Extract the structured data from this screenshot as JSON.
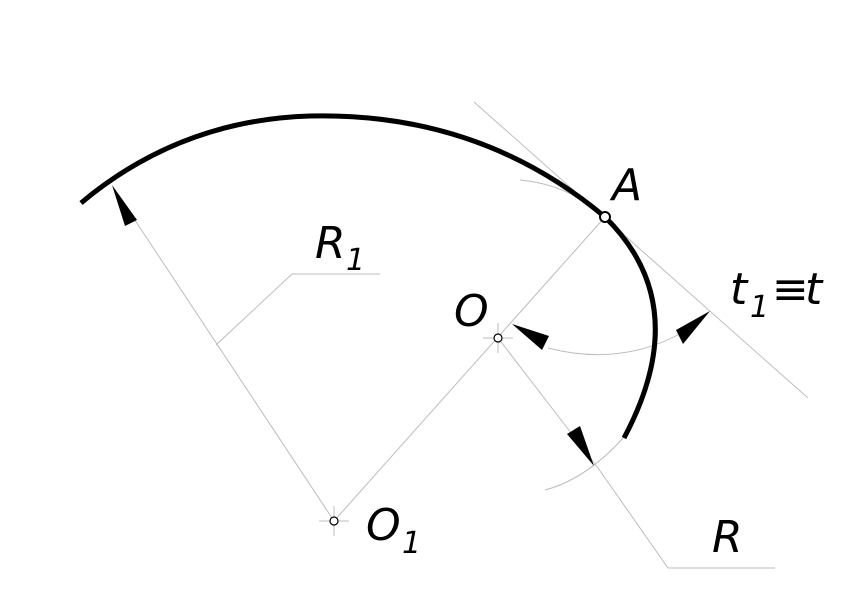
{
  "labels": {
    "point": "A",
    "center_small": "O",
    "center_large": "O",
    "center_large_sub": "1",
    "radius_large": "R",
    "radius_large_sub": "1",
    "radius_small": "R",
    "tangent": "t",
    "tangent_sub": "1",
    "tangent_equiv": "≡",
    "tangent_rhs": "t"
  }
}
